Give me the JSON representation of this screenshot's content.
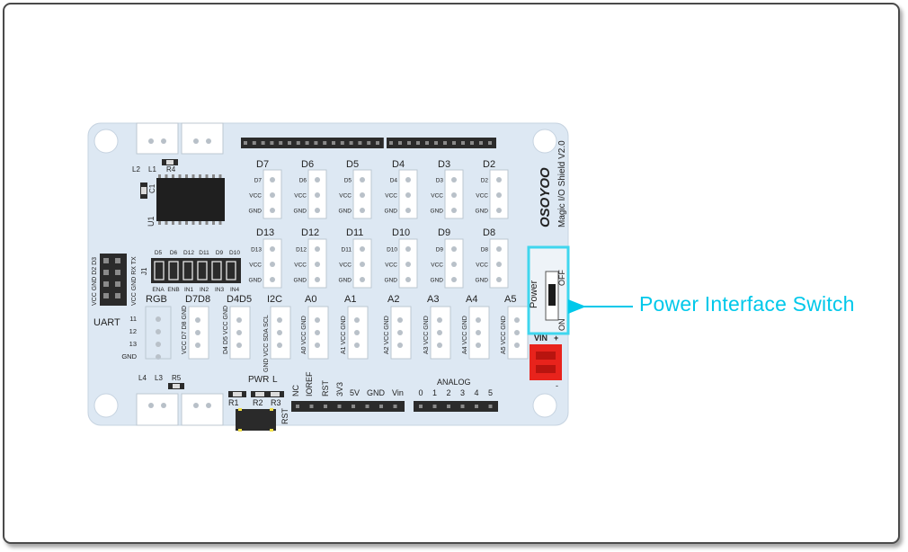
{
  "colors": {
    "board": "#dde8f3",
    "header": "#2b2b2b",
    "callout": "#00c8ea",
    "power_conn": "#e8231c"
  },
  "callout": {
    "text": "Power Interface Switch"
  },
  "board": {
    "brand": "OSOYOO",
    "model": "Magic I/O Shield V2.0",
    "top_digital": [
      "D7",
      "D6",
      "D5",
      "D4",
      "D3",
      "D2"
    ],
    "mid_digital": [
      "D13",
      "D12",
      "D11",
      "D10",
      "D9",
      "D8"
    ],
    "top_pins": [
      [
        "D7",
        "VCC",
        "GND"
      ],
      [
        "D6",
        "VCC",
        "GND"
      ],
      [
        "D5",
        "VCC",
        "GND"
      ],
      [
        "D4",
        "VCC",
        "GND"
      ],
      [
        "D3",
        "VCC",
        "GND"
      ],
      [
        "D2",
        "VCC",
        "GND"
      ]
    ],
    "mid_pins": [
      [
        "D13",
        "VCC",
        "GND"
      ],
      [
        "D12",
        "VCC",
        "GND"
      ],
      [
        "D11",
        "VCC",
        "GND"
      ],
      [
        "D10",
        "VCC",
        "GND"
      ],
      [
        "D9",
        "VCC",
        "GND"
      ],
      [
        "D8",
        "VCC",
        "GND"
      ]
    ],
    "bottom_labels": [
      "RGB",
      "D7D8",
      "D4D5",
      "I2C",
      "A0",
      "A1",
      "A2",
      "A3",
      "A4",
      "A5"
    ],
    "bottom_pins": [
      [
        "11",
        "12",
        "13",
        "GND"
      ],
      [
        "VCC",
        "D7",
        "D8",
        "GND"
      ],
      [
        "D4",
        "D5",
        "VCC",
        "GND"
      ],
      [
        "GND",
        "VCC",
        "SDA",
        "SCL"
      ],
      [
        "A0",
        "VCC",
        "GND"
      ],
      [
        "A1",
        "VCC",
        "GND"
      ],
      [
        "A2",
        "VCC",
        "GND"
      ],
      [
        "A3",
        "VCC",
        "GND"
      ],
      [
        "A4",
        "VCC",
        "GND"
      ],
      [
        "A5",
        "VCC",
        "GND"
      ]
    ],
    "j1_top": [
      "D5",
      "D6",
      "D12",
      "D11",
      "D9",
      "D10"
    ],
    "j1_bottom": [
      "ENA",
      "ENB",
      "IN1",
      "IN2",
      "IN3",
      "IN4"
    ],
    "j1_label": "J1",
    "uart_pins": [
      "D3",
      "D2",
      "RX",
      "TX",
      "VCC",
      "GND",
      "VCC",
      "GND"
    ],
    "uart_label": "UART",
    "leds_top": [
      "L2",
      "L1",
      "R4"
    ],
    "leds_bottom": [
      "L4",
      "L3",
      "R5"
    ],
    "c1": "C1",
    "u1": "U1",
    "pwr": [
      "PWR",
      "L"
    ],
    "resistors": [
      "R1",
      "R2",
      "R3"
    ],
    "rst": "RST",
    "power_header": [
      "NC",
      "IOREF",
      "RST",
      "3V3",
      "5V",
      "GND",
      "Vin"
    ],
    "analog_title": "ANALOG",
    "analog_pins": [
      "0",
      "1",
      "2",
      "3",
      "4",
      "5"
    ],
    "switch": {
      "label": "Power",
      "off": "OFF",
      "on": "ON"
    },
    "vin": "VIN",
    "vin_plus": "+",
    "vin_minus": "-"
  }
}
